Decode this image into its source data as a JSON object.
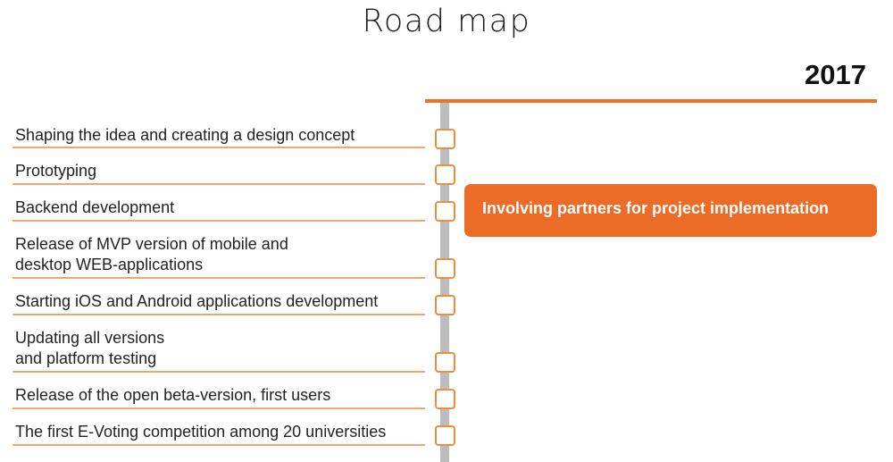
{
  "title": "Road map",
  "year": "2017",
  "steps": [
    {
      "label": "Shaping the idea and creating a design concept"
    },
    {
      "label": "Prototyping"
    },
    {
      "label": "Backend development"
    },
    {
      "label": "Release of MVP version of mobile and\ndesktop WEB-applications"
    },
    {
      "label": "Starting iOS and Android applications development"
    },
    {
      "label": "Updating all versions\nand platform testing"
    },
    {
      "label": "Release of the open beta-version, first users"
    },
    {
      "label": "The first E-Voting competition among 20 universities"
    }
  ],
  "milestone": {
    "label": "Involving partners for project implementation"
  },
  "colors": {
    "accent": "#ec7228",
    "badge": "#ec6b26",
    "timeline": "#bdbdbd"
  }
}
